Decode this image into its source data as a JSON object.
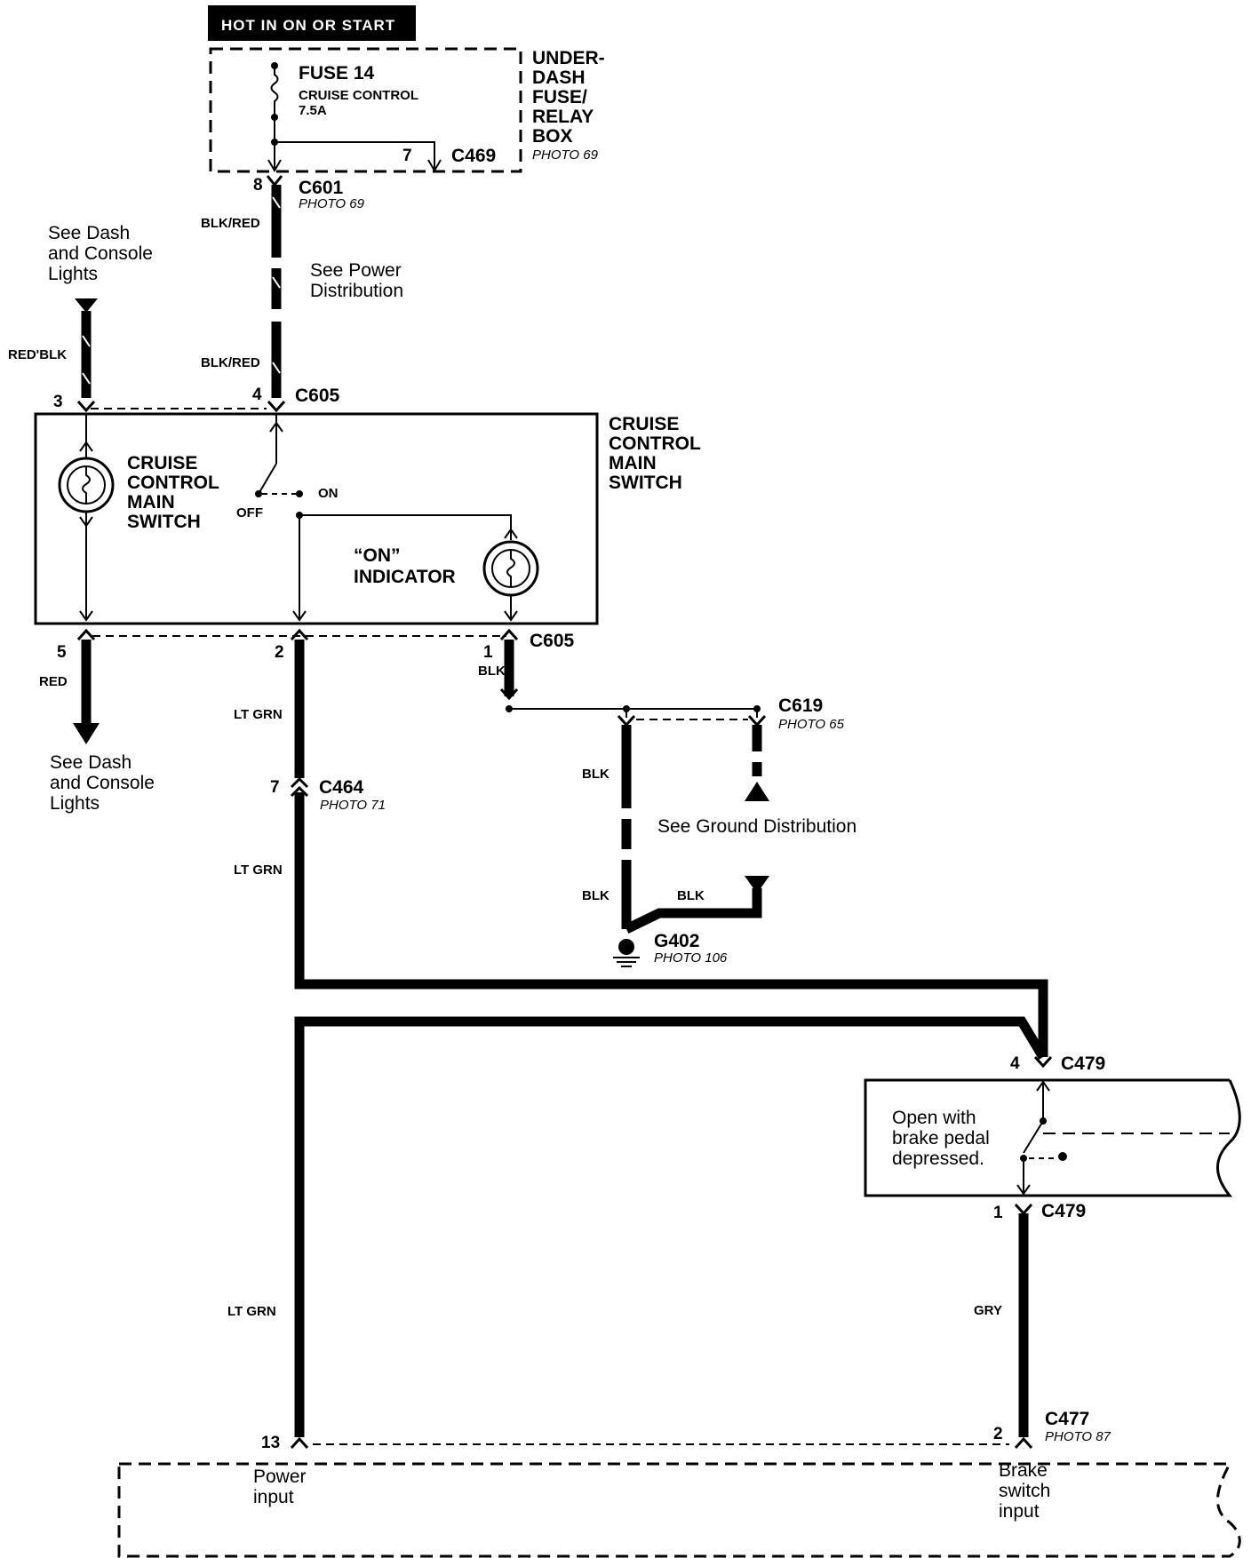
{
  "banner": "HOT IN ON OR START",
  "fuse_box": {
    "title_lines": [
      "UNDER-",
      "DASH",
      "FUSE/",
      "RELAY",
      "BOX"
    ],
    "photo": "PHOTO 69",
    "fuse_name": "FUSE 14",
    "fuse_desc": "CRUISE CONTROL",
    "fuse_rating": "7.5A",
    "pin": "7",
    "connector": "C469"
  },
  "c601": {
    "pin": "8",
    "name": "C601",
    "photo": "PHOTO 69"
  },
  "wires": {
    "blk_red_top": "BLK/RED",
    "blk_red_bottom": "BLK/RED",
    "red_blk": "RED'BLK",
    "red": "RED",
    "lt_grn_1": "LT GRN",
    "lt_grn_2": "LT GRN",
    "lt_grn_3": "LT GRN",
    "blk_1": "BLK",
    "blk_2": "BLK",
    "blk_3": "BLK",
    "blk_4": "BLK",
    "gry": "GRY"
  },
  "notes": {
    "dash_top": [
      "See Dash",
      "and Console",
      "Lights"
    ],
    "dash_bottom": [
      "See Dash",
      "and Console",
      "Lights"
    ],
    "power_dist": [
      "See Power",
      "Distribution"
    ],
    "ground_dist": "See Ground Distribution",
    "brake": [
      "Open with",
      "brake pedal",
      "depressed."
    ]
  },
  "switch": {
    "title_lines": [
      "CRUISE",
      "CONTROL",
      "MAIN",
      "SWITCH"
    ],
    "inner_lines": [
      "CRUISE",
      "CONTROL",
      "MAIN",
      "SWITCH"
    ],
    "on": "ON",
    "off": "OFF",
    "indicator_lines": [
      "“ON”",
      "INDICATOR"
    ]
  },
  "c605_top": {
    "name": "C605",
    "pin_left": "3",
    "pin_right": "4"
  },
  "c605_bottom": {
    "name": "C605",
    "pin_5": "5",
    "pin_2": "2",
    "pin_1": "1"
  },
  "c464": {
    "pin": "7",
    "name": "C464",
    "photo": "PHOTO 71"
  },
  "c619": {
    "name": "C619",
    "photo": "PHOTO 65"
  },
  "g402": {
    "name": "G402",
    "photo": "PHOTO 106"
  },
  "c479_top": {
    "pin": "4",
    "name": "C479"
  },
  "c479_bottom": {
    "pin": "1",
    "name": "C479"
  },
  "c477": {
    "pin": "2",
    "name": "C477",
    "photo": "PHOTO 87"
  },
  "module": {
    "pin_13": "13",
    "power_input": [
      "Power",
      "input"
    ],
    "brake_input": [
      "Brake",
      "switch",
      "input"
    ]
  }
}
